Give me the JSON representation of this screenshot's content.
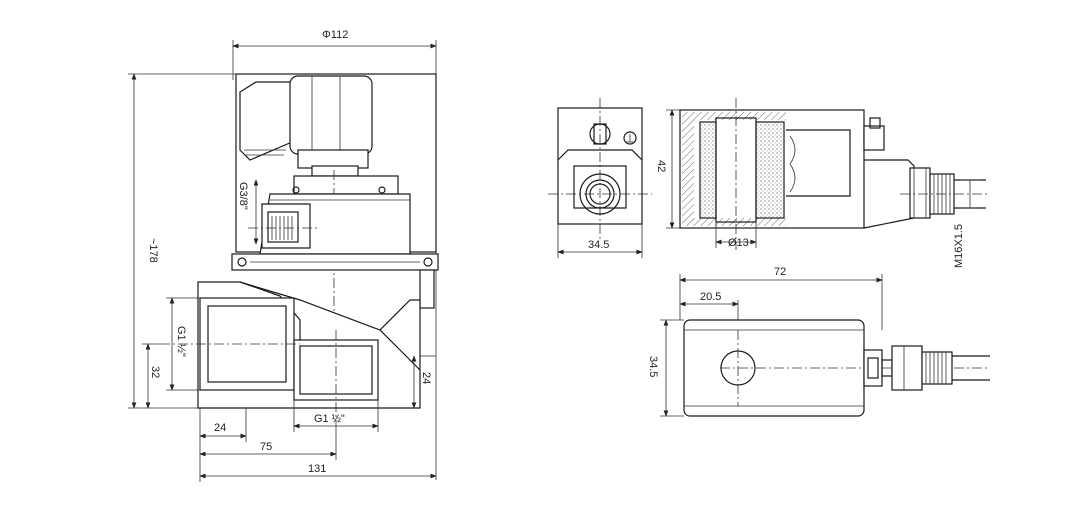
{
  "front_view": {
    "dim_width_top": "Φ112",
    "dim_height": "~178",
    "dim_port_side": "G1 ½\"",
    "dim_offset_32": "32",
    "dim_pilot_port": "G3/8\"",
    "dim_24_right": "24",
    "dim_outlet": "G1 ½\"",
    "dim_24_bottom": "24",
    "dim_75": "75",
    "dim_131": "131"
  },
  "coil_end_view": {
    "dim_width": "34.5"
  },
  "coil_section_view": {
    "dim_height": "42",
    "dim_bore": "Ø13",
    "dim_thread": "M16X1.5"
  },
  "coil_top_view": {
    "dim_length": "72",
    "dim_center": "20.5",
    "dim_width": "34.5"
  },
  "colors": {
    "line": "#1a1a1a",
    "hatch": "#444444",
    "background": "#ffffff"
  }
}
